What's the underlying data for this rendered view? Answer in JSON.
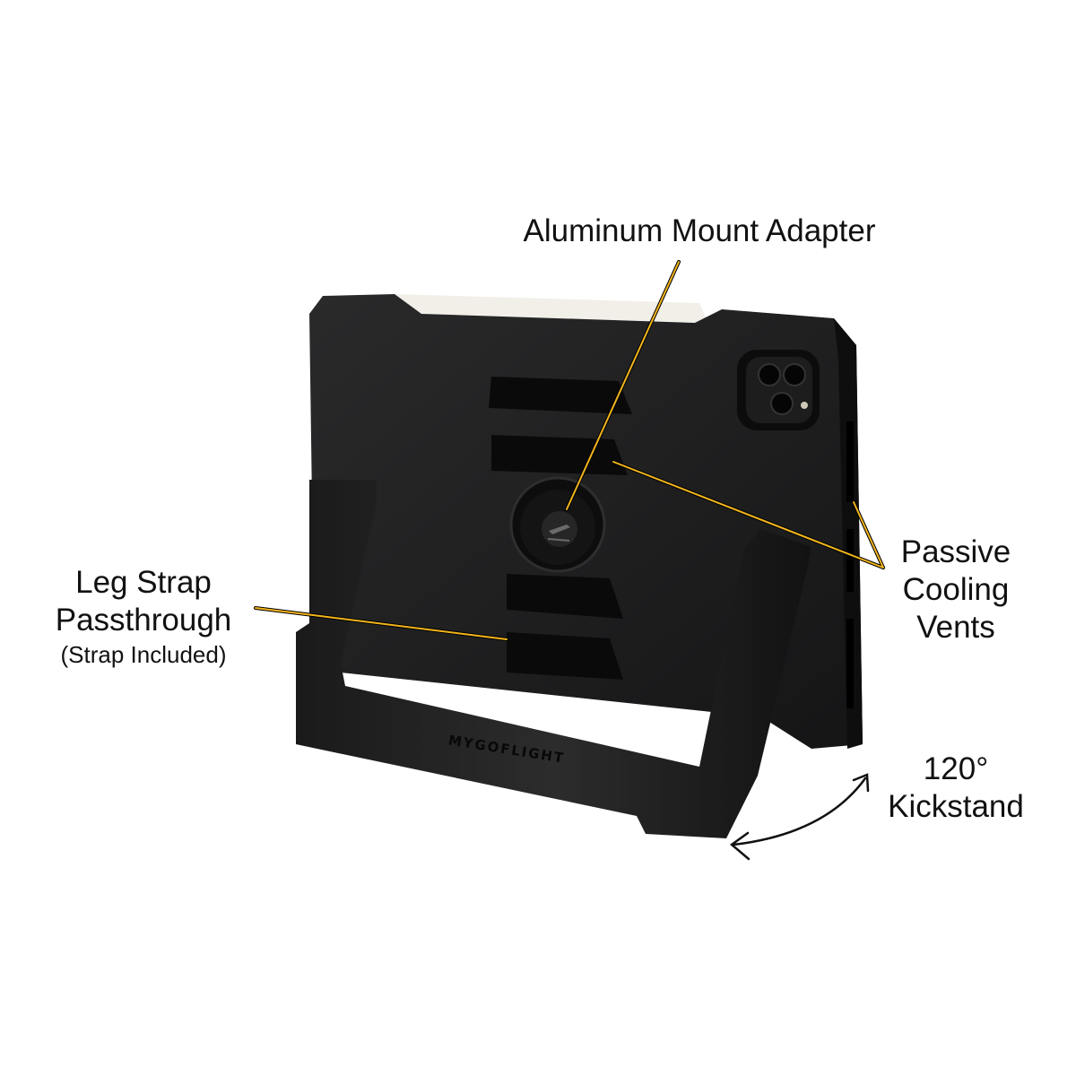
{
  "callouts": {
    "mount": {
      "label": "Aluminum Mount Adapter"
    },
    "leg_strap": {
      "line1": "Leg Strap",
      "line2": "Passthrough",
      "note": "(Strap Included)"
    },
    "vents": {
      "line1": "Passive",
      "line2": "Cooling",
      "line3": "Vents"
    },
    "kickstand": {
      "line1": "120°",
      "line2": "Kickstand"
    }
  },
  "product": {
    "brand": "MYGOFLIGHT"
  },
  "colors": {
    "leader": "#f2b51c",
    "case": "#1e1e1f",
    "case_dark": "#0d0d0e",
    "background": "#ffffff"
  }
}
